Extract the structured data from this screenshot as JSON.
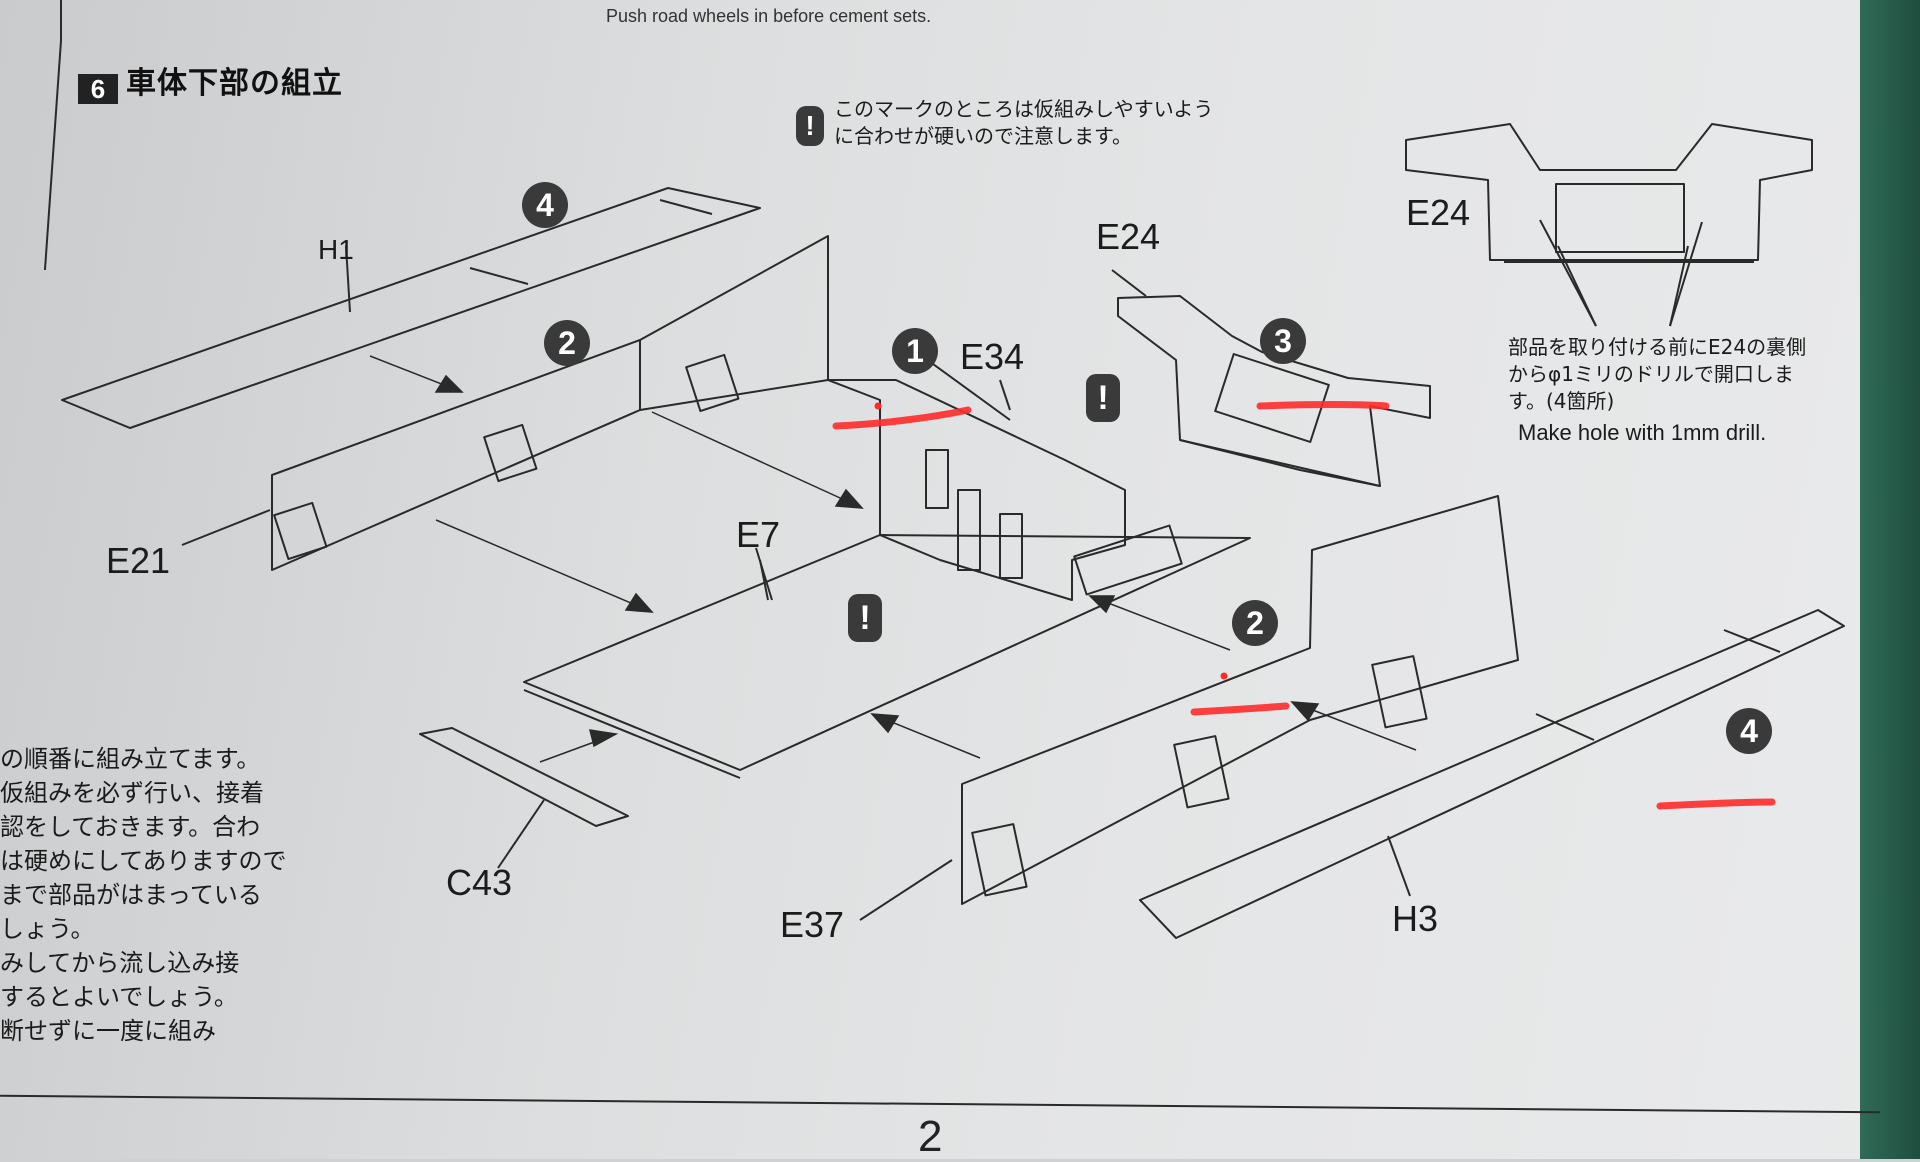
{
  "header": {
    "top_note": "Push road wheels in before cement sets."
  },
  "step": {
    "number": "6",
    "title": "車体下部の組立"
  },
  "caution_note": {
    "icon": "exclamation-icon",
    "text": "このマークのところは仮組みしやすいように合わせが硬いので注意します。"
  },
  "drill_note": {
    "jp": "部品を取り付ける前にE24の裏側からφ1ミリのドリルで開口します。(4箇所)",
    "en": "Make hole with 1mm drill."
  },
  "side_note": {
    "lines": [
      "の順番に組み立てます。",
      "仮組みを必ず行い、接着",
      "認をしておきます。合わ",
      "は硬めにしてありますので",
      "まで部品がはまっている",
      "しょう。",
      "みしてから流し込み接",
      "するとよいでしょう。",
      "断せずに一度に組み"
    ]
  },
  "part_labels": {
    "h1": "H1",
    "e21": "E21",
    "e7": "E7",
    "e34": "E34",
    "e24_main": "E24",
    "e24_inset": "E24",
    "c43": "C43",
    "e37": "E37",
    "h3": "H3"
  },
  "order_badges": {
    "b4_left": "4",
    "b2_left": "2",
    "b1": "1",
    "b3": "3",
    "b2_right": "2",
    "b4_right": "4"
  },
  "warn_marks": {
    "w_top": "!",
    "w_e24": "!",
    "w_e7": "!"
  },
  "page_number": "2",
  "colors": {
    "annotation_red": "#ff2b2b",
    "line_art": "#2a2a2a"
  }
}
